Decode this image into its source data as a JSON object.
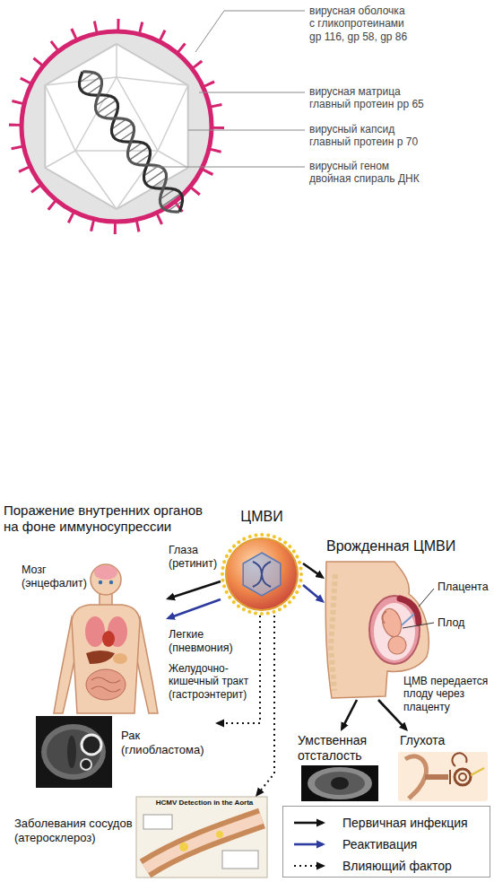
{
  "diagram": {
    "nodes": [
      {
        "text": [
          "Поражение внутренних органов на фоне иммуносупрессии"
        ]
      },
      {
        "text": [
          "ЦМВИ"
        ]
      },
      {
        "text": [
          "Врожденная ЦМВИ"
        ]
      },
      {
        "text": [
          "Рак (глиобластома)"
        ]
      },
      {
        "text": [
          "Умственная отсталость"
        ]
      },
      {
        "text": [
          "Глухота"
        ]
      },
      {
        "text": [
          "Заболевания сосудов (атеросклероз)"
        ]
      }
    ],
    "edges": [
      {
        "from": 1,
        "to": 0,
        "arrow": "to"
      },
      {
        "from": 1,
        "to": 0,
        "arrow": "to"
      },
      {
        "from": 1,
        "to": 2,
        "arrow": "to"
      },
      {
        "from": 1,
        "to": 2,
        "arrow": "to"
      },
      {
        "from": 1,
        "to": 3,
        "arrow": "to"
      },
      {
        "from": 1,
        "to": 6,
        "arrow": "to"
      },
      {
        "from": 2,
        "to": 4,
        "arrow": "to"
      },
      {
        "from": 2,
        "to": 5,
        "arrow": "to"
      }
    ],
    "labels": [
      "вирусная оболочка с гликопротеинами gp 116, gp 58, gp 86",
      "вирусная матрица главный протеин pp 65",
      "вирусный капсид главный протеин р 70",
      "вирусный геном двойная спираль ДНК",
      "Мозг (энцефалит)",
      "Глаза (ретинит)",
      "Легкие (пневмония)",
      "Желудочно-кишечный тракт (гастроэнтерит)",
      "Плацента",
      "Плод",
      "ЦМВ передается плоду через плаценту",
      "HCMV Detection in the Aorta"
    ],
    "legend": [
      {
        "text": "Первичная инфекция"
      },
      {
        "text": "Реактивация"
      },
      {
        "text": "Влияющий фактор"
      }
    ]
  }
}
